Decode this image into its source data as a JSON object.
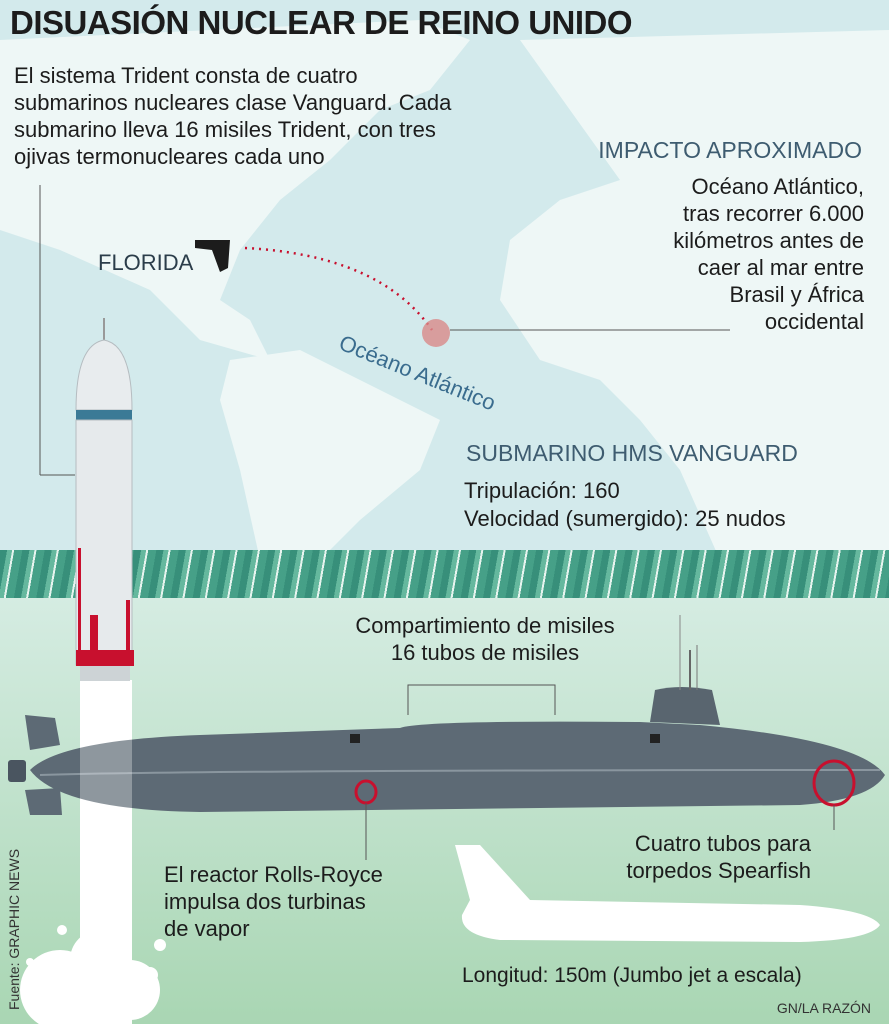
{
  "title": "DISUASIÓN NUCLEAR DE REINO UNIDO",
  "intro": "El sistema Trident consta de cuatro submarinos nucleares clase Vanguard. Cada submarino lleva 16 misiles Trident, con tres ojivas termonucleares cada uno",
  "map": {
    "florida_label": "FLORIDA",
    "ocean_label": "Océano Atlántico"
  },
  "impact": {
    "heading": "IMPACTO APROXIMADO",
    "lines": [
      "Océano Atlántico,",
      "tras recorrer 6.000",
      "kilómetros antes de",
      "caer al mar entre",
      "Brasil y África",
      "occidental"
    ]
  },
  "submarine": {
    "heading": "SUBMARINO HMS VANGUARD",
    "crew": "Tripulación: 160",
    "speed": "Velocidad (sumergido): 25 nudos",
    "missile_compartment": [
      "Compartimiento de misiles",
      "16 tubos de misiles"
    ],
    "reactor": [
      "El reactor Rolls-Royce",
      "impulsa dos turbinas",
      "de vapor"
    ],
    "torpedoes": [
      "Cuatro tubos para",
      "torpedos Spearfish"
    ],
    "length": "Longitud: 150m (Jumbo jet a escala)"
  },
  "source": "Fuente: GRAPHIC NEWS",
  "credit": "GN/LA RAZÓN",
  "colors": {
    "accent_red": "#c8102e",
    "heading_blue": "#3e5c70",
    "ocean_label": "#3a6c8e"
  }
}
